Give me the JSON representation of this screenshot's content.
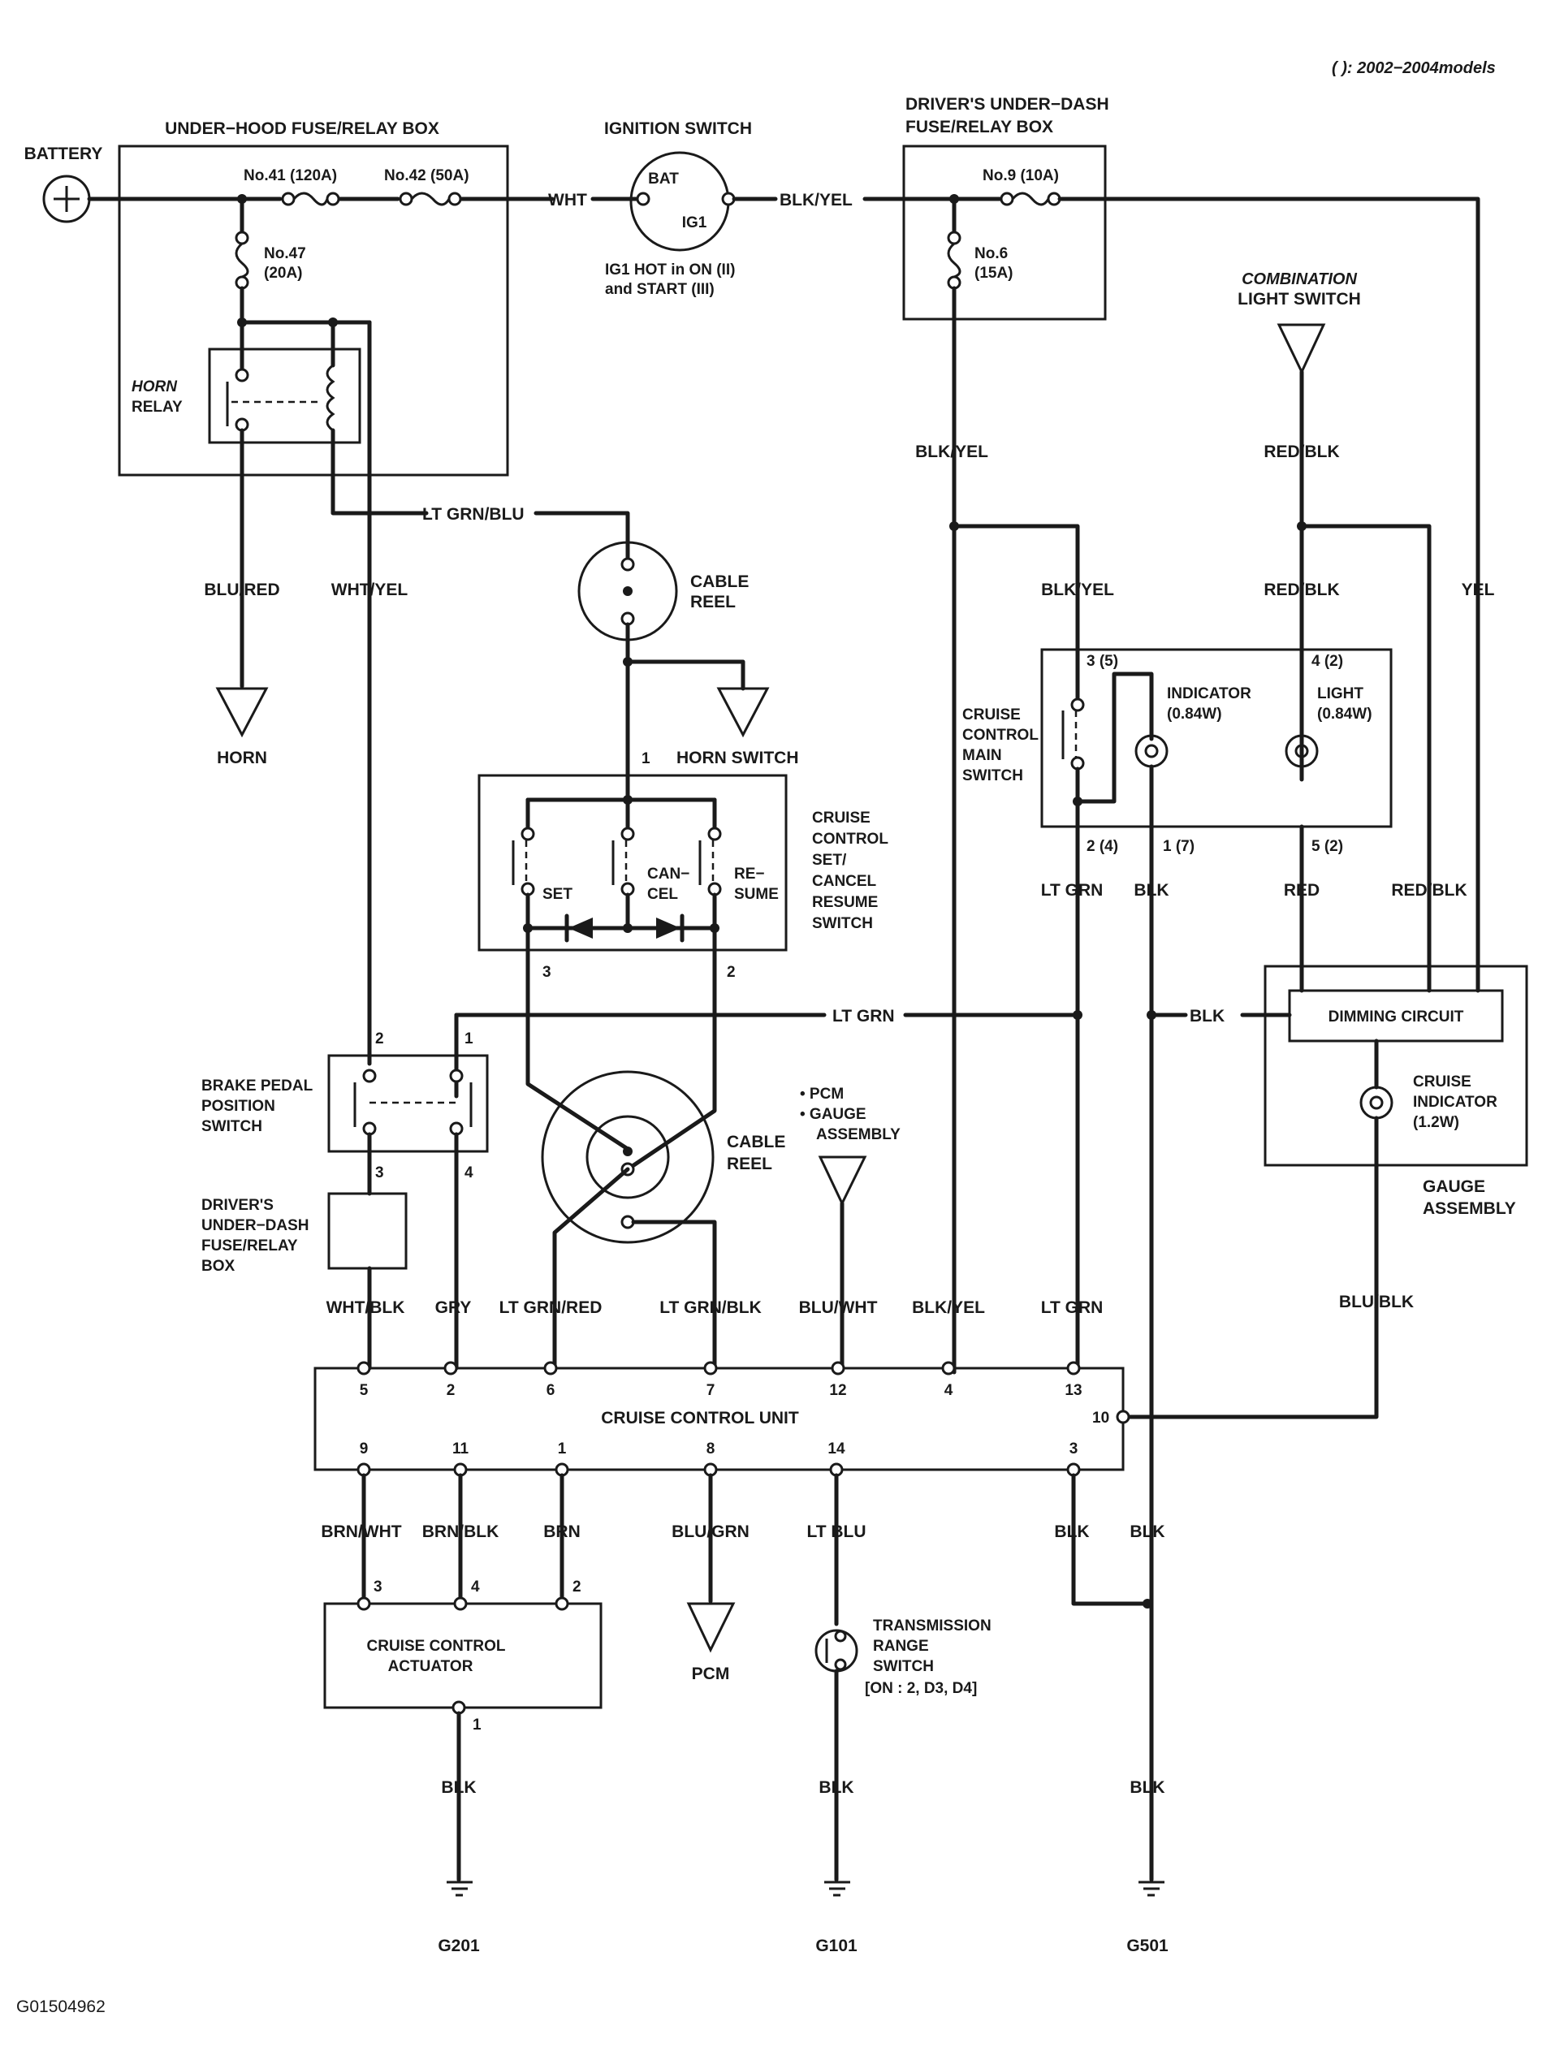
{
  "header": {
    "model_note": "( ): 2002−2004models"
  },
  "footer": {
    "figure_id": "G01504962"
  },
  "components": {
    "battery": "BATTERY",
    "under_hood_box": "UNDER−HOOD FUSE/RELAY BOX",
    "fuse41": "No.41 (120A)",
    "fuse42": "No.42 (50A)",
    "fuse47": "No.47",
    "fuse47_rating": "(20A)",
    "horn_relay_1": "HORN",
    "horn_relay_2": "RELAY",
    "ignition_switch": "IGNITION SWITCH",
    "ign_bat": "BAT",
    "ign_ig1": "IG1",
    "ign_note_1": "IG1 HOT in ON (II)",
    "ign_note_2": "and START (III)",
    "dash_box_1": "DRIVER'S UNDER−DASH",
    "dash_box_2": "FUSE/RELAY BOX",
    "fuse9": "No.9 (10A)",
    "fuse6": "No.6",
    "fuse6_rating": "(15A)",
    "combo_switch_1": "COMBINATION",
    "combo_switch_2": "LIGHT SWITCH",
    "cable_reel_1": "CABLE",
    "cable_reel_2": "REEL",
    "horn": "HORN",
    "horn_switch": "HORN SWITCH",
    "set_cancel_1": "CRUISE",
    "set_cancel_2": "CONTROL",
    "set_cancel_3": "SET/",
    "set_cancel_4": "CANCEL",
    "set_cancel_5": "RESUME",
    "set_cancel_6": "SWITCH",
    "sw_set": "SET",
    "sw_cancel_1": "CAN−",
    "sw_cancel_2": "CEL",
    "sw_resume_1": "RE−",
    "sw_resume_2": "SUME",
    "main_switch_1": "CRUISE",
    "main_switch_2": "CONTROL",
    "main_switch_3": "MAIN",
    "main_switch_4": "SWITCH",
    "indicator": "INDICATOR",
    "indicator_w": "(0.84W)",
    "light": "LIGHT",
    "light_w": "(0.84W)",
    "dimming": "DIMMING CIRCUIT",
    "cruise_ind_1": "CRUISE",
    "cruise_ind_2": "INDICATOR",
    "cruise_ind_3": "(1.2W)",
    "gauge_1": "GAUGE",
    "gauge_2": "ASSEMBLY",
    "brake_1": "BRAKE PEDAL",
    "brake_2": "POSITION",
    "brake_3": "SWITCH",
    "dash_ref_1": "DRIVER'S",
    "dash_ref_2": "UNDER−DASH",
    "dash_ref_3": "FUSE/RELAY",
    "dash_ref_4": "BOX",
    "pcm_gauge_1": "• PCM",
    "pcm_gauge_2": "• GAUGE",
    "pcm_gauge_3": "ASSEMBLY",
    "ccu": "CRUISE CONTROL UNIT",
    "actuator_1": "CRUISE CONTROL",
    "actuator_2": "ACTUATOR",
    "pcm": "PCM",
    "trs_1": "TRANSMISSION",
    "trs_2": "RANGE",
    "trs_3": "SWITCH",
    "trs_4": "[ON : 2, D3, D4]",
    "g201": "G201",
    "g101": "G101",
    "g501": "G501"
  },
  "wires": {
    "wht": "WHT",
    "blk_yel": "BLK/YEL",
    "blk_yel_2": "BLK/YEL",
    "blk_yel_3": "BLK/YEL",
    "red_blk": "RED/BLK",
    "red_blk_2": "RED/BLK",
    "red_blk_3": "RED/BLK",
    "yel": "YEL",
    "lt_grn_blu": "LT GRN/BLU",
    "blu_red": "BLU/RED",
    "wht_yel": "WHT/YEL",
    "lt_grn": "LT GRN",
    "lt_grn_2": "LT GRN",
    "blk": "BLK",
    "blk_2": "BLK",
    "red": "RED",
    "wht_blk": "WHT/BLK",
    "gry": "GRY",
    "lt_grn_red": "LT GRN/RED",
    "lt_grn_blk": "LT GRN/BLK",
    "blu_wht": "BLU/WHT",
    "blk_yel_4": "BLK/YEL",
    "lt_grn_3": "LT GRN",
    "blu_blk": "BLU/BLK",
    "brn_wht": "BRN/WHT",
    "brn_blk": "BRN/BLK",
    "brn": "BRN",
    "blu_grn": "BLU/GRN",
    "lt_blu": "LT BLU",
    "blk_3": "BLK",
    "blk_4": "BLK",
    "blk_5": "BLK",
    "blk_6": "BLK",
    "blk_7": "BLK"
  },
  "pins": {
    "horn_sw_1": "1",
    "sc_3": "3",
    "sc_2": "2",
    "ms_3": "3 (5)",
    "ms_4": "4 (2)",
    "ms_2": "2 (4)",
    "ms_1": "1 (7)",
    "ms_5": "5 (2)",
    "bp_2": "2",
    "bp_1": "1",
    "bp_3": "3",
    "bp_4": "4",
    "ccu_top": [
      "5",
      "2",
      "6",
      "7",
      "12",
      "4",
      "13"
    ],
    "ccu_10": "10",
    "ccu_bottom": [
      "9",
      "11",
      "1",
      "8",
      "14",
      "3"
    ],
    "act_3": "3",
    "act_4": "4",
    "act_2": "2",
    "act_1": "1"
  }
}
